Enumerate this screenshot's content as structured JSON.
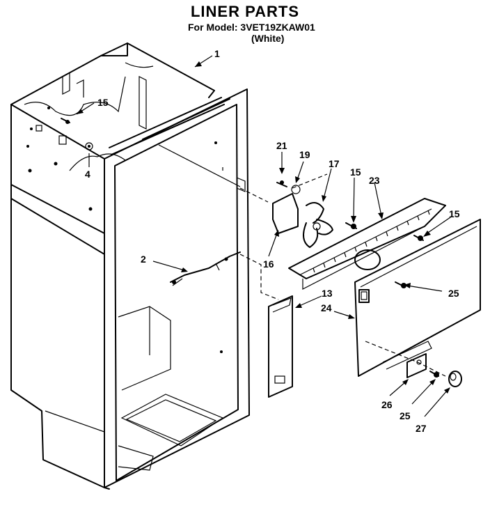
{
  "header": {
    "title": "LINER PARTS",
    "model_line": "For Model: 3VET19ZKAW01",
    "color_line": "(White)"
  },
  "callouts": {
    "c1": "1",
    "c15a": "15",
    "c4": "4",
    "c21": "21",
    "c19": "19",
    "c17": "17",
    "c15b": "15",
    "c23": "23",
    "c15c": "15",
    "c16": "16",
    "c2": "2",
    "c13": "13",
    "c24": "24",
    "c25a": "25",
    "c26": "26",
    "c25b": "25",
    "c27": "27"
  }
}
